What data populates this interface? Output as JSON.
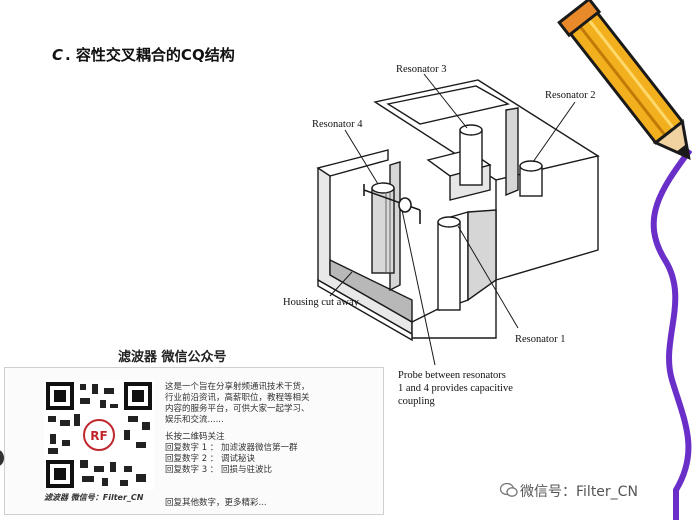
{
  "heading": {
    "letter": "C",
    "text": ". 容性交叉耦合的CQ结构"
  },
  "diagram_labels": {
    "resonator3": "Resonator 3",
    "resonator2": "Resonator 2",
    "resonator4": "Resonator 4",
    "resonator1": "Resonator 1",
    "housing": "Housing cut away",
    "probe_line1": "Probe between resonators",
    "probe_line2": "1 and 4 provides capacitive",
    "probe_line3": "coupling"
  },
  "qr_card": {
    "title": "滤波器 微信公众号",
    "caption": "滤波器 微信号：Filter_CN",
    "intro": [
      "这是一个旨在分享射频通讯技术干货，",
      "行业前沿资讯，高薪职位，教程等相关",
      "内容的服务平台，可供大家一起学习、",
      "娱乐和交流......"
    ],
    "instructions": [
      "长按二维码关注",
      "回复数字 1 ： 加滤波器微信第一群",
      "回复数字 2 ： 调试秘诀",
      "回复数字 3 ： 回损与驻波比"
    ],
    "footer": "回复其他数字，更多精彩..."
  },
  "watermark": "微信号：Filter_CN",
  "colors": {
    "pencil_body": "#f2b01e",
    "pencil_dark": "#1a1a1a",
    "wave": "#6a2fc9"
  }
}
